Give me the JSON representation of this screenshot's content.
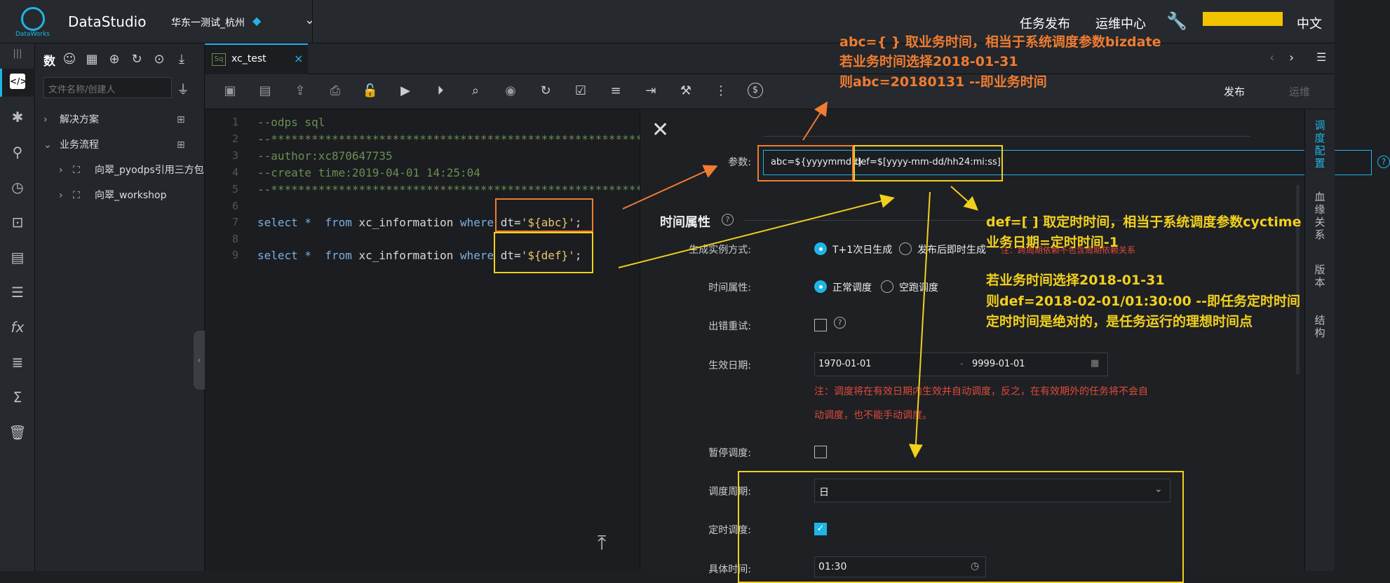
{
  "header": {
    "logo_sub": "DataWorks",
    "app_title": "DataStudio",
    "workspace": "华东一测试_杭州",
    "links": [
      "任务发布",
      "运维中心"
    ],
    "lang": "中文",
    "accent": "#1fb5e6"
  },
  "tree": {
    "search_placeholder": "文件名称/创建人",
    "tab_char": "数",
    "rows": [
      "解决方案",
      "业务流程",
      "向翠_pyodps引用三方包",
      "向翠_workshop"
    ]
  },
  "tab": {
    "icon": "Sq",
    "name": "xc_test"
  },
  "toolbar": {
    "publish": "发布",
    "ops": "运维"
  },
  "editor": {
    "lines": [
      {
        "n": "1",
        "t": "--odps sql",
        "c": "cm"
      },
      {
        "n": "2",
        "t": "--**********************************************************",
        "c": "cm"
      },
      {
        "n": "3",
        "t": "--author:xc870647735",
        "c": "cm"
      },
      {
        "n": "4",
        "t": "--create time:2019-04-01 14:25:04",
        "c": "cm"
      },
      {
        "n": "5",
        "t": "--**********************************************************",
        "c": "cm"
      },
      {
        "n": "6",
        "t": "",
        "c": "cm"
      },
      {
        "n": "7",
        "sql": [
          "select *  ",
          "from",
          " xc_information ",
          "where",
          " dt=",
          "'${abc}'",
          ";"
        ]
      },
      {
        "n": "8",
        "t": "",
        "c": "cm"
      },
      {
        "n": "9",
        "sql": [
          "select *  ",
          "from",
          " xc_information ",
          "where",
          " dt=",
          "'${def}'",
          ";"
        ]
      }
    ]
  },
  "panel": {
    "params_label": "参数:",
    "param_abc": "abc=${yyyymmdd}",
    "param_def": "def=$[yyyy-mm-dd/hh24:mi:ss]",
    "section_title": "时间属性",
    "gen_label": "生成实例方式:",
    "gen_opt1": "T+1次日生成",
    "gen_opt2": "发布后即时生成",
    "gen_note": "注：跨周期依赖不包含周期依赖关系",
    "time_label": "时间属性:",
    "time_opt1": "正常调度",
    "time_opt2": "空跑调度",
    "retry_label": "出错重试:",
    "date_label": "生效日期:",
    "date_start": "1970-01-01",
    "date_sep": "-",
    "date_end": "9999-01-01",
    "date_note1": "注：调度将在有效日期内生效并自动调度，反之，在有效期外的任务将不会自",
    "date_note2": "动调度，也不能手动调度。",
    "pause_label": "暂停调度:",
    "cycle_label": "调度周期:",
    "cycle_value": "日",
    "timed_label": "定时调度:",
    "specific_label": "具体时间:",
    "specific_value": "01:30"
  },
  "right_tabs": [
    "调度配置",
    "血缘关系",
    "版本",
    "结构"
  ],
  "annotations": {
    "abc": [
      "abc={ } 取业务时间，相当于系统调度参数bizdate",
      "若业务时间选择2018-01-31",
      "则abc=20180131  --即业务时间"
    ],
    "def": [
      "def=[ ] 取定时时间，相当于系统调度参数cyctime",
      "业务日期=定时时间-1",
      "若业务时间选择2018-01-31",
      "则def=2018-02-01/01:30:00  --即任务定时时间",
      "定时时间是绝对的，是任务运行的理想时间点"
    ]
  }
}
